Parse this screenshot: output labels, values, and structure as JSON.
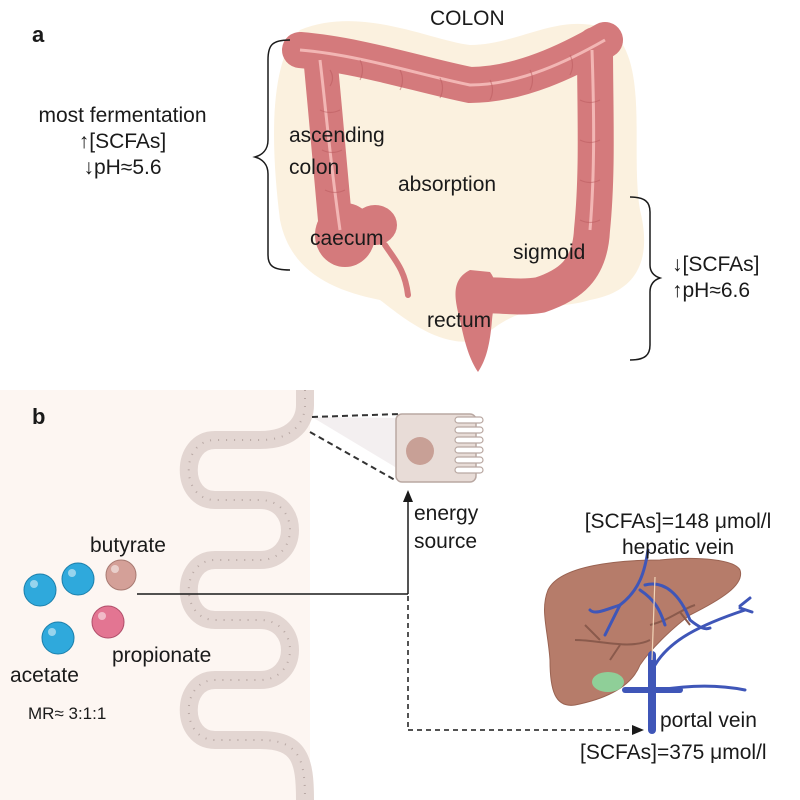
{
  "panel_a": {
    "label": "a",
    "title": "COLON",
    "left_annotation": [
      "most fermentation",
      "↑[SCFAs]",
      "↓pH≈5.6"
    ],
    "right_annotation": [
      "↓[SCFAs]",
      "↑pH≈6.6"
    ],
    "regions": {
      "ascending": [
        "ascending",
        "colon"
      ],
      "absorption": "absorption",
      "caecum": "caecum",
      "sigmoid": "sigmoid",
      "rectum": "rectum"
    }
  },
  "panel_b": {
    "label": "b",
    "molecules": {
      "butyrate": "butyrate",
      "propionate": "propionate",
      "acetate": "acetate",
      "ratio": "MR≈ 3:1:1"
    },
    "energy": [
      "energy",
      "source"
    ],
    "hepatic": {
      "concentration": "[SCFAs]=148 μmol/l",
      "label": "hepatic vein"
    },
    "portal": {
      "label": "portal vein",
      "concentration": "[SCFAs]=375 μmol/l"
    }
  },
  "colors": {
    "colon": "#d47a7c",
    "colon_bg": "#fbf1df",
    "panel_b_bg": "#fdf6f2",
    "villi": "#e3d6d2",
    "acetate": "#2fa9dc",
    "butyrate": "#d4a098",
    "propionate": "#e37592",
    "liver": "#b67c6a",
    "vein": "#3f56b8",
    "gallbladder": "#8fcf98"
  }
}
